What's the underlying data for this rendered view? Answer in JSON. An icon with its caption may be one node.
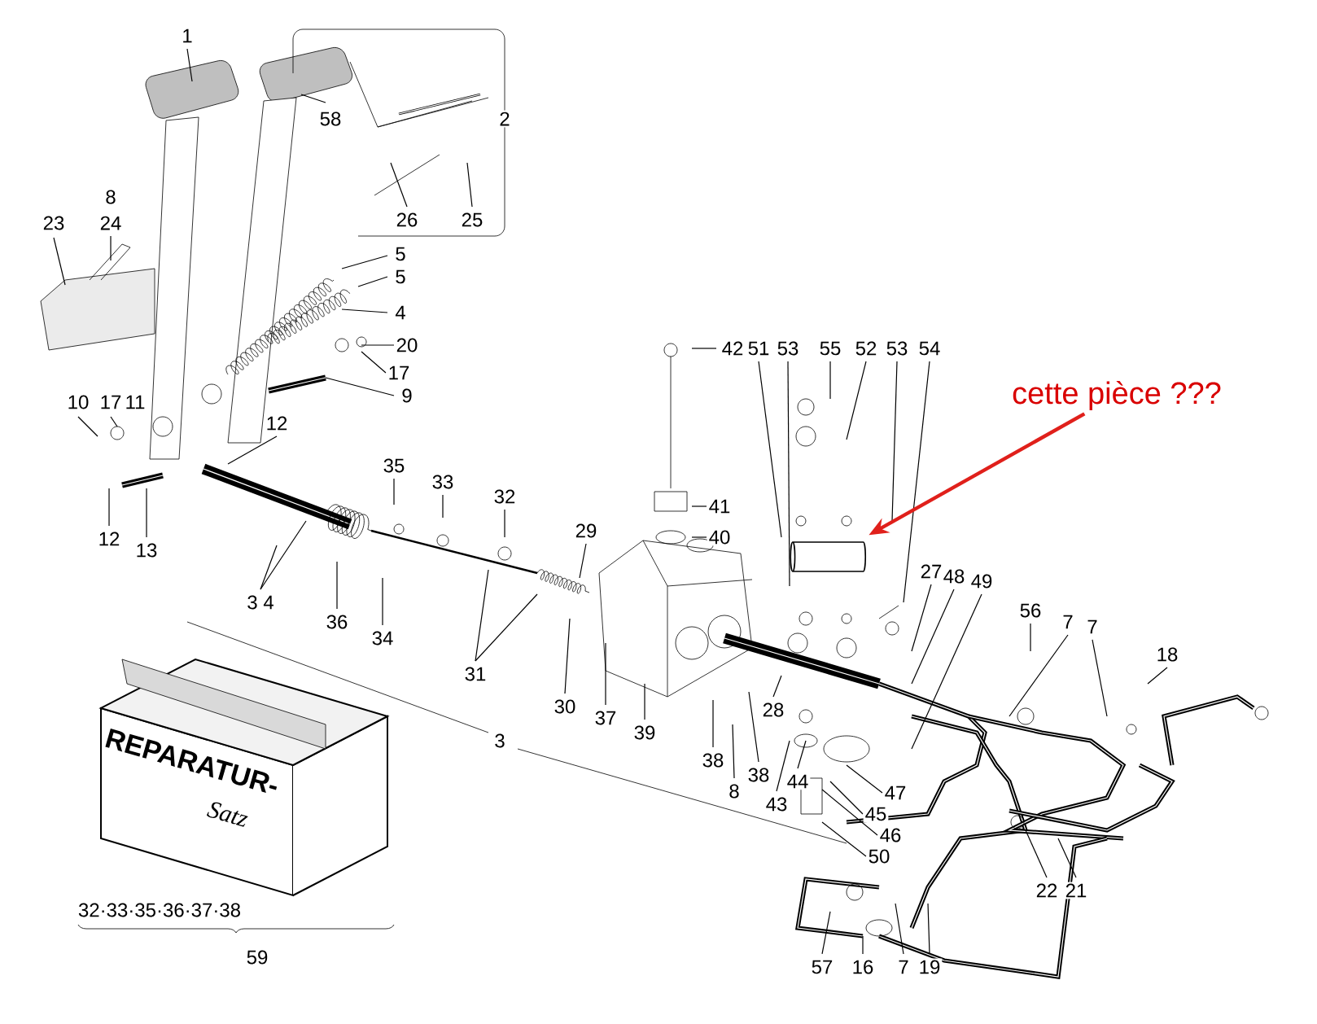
{
  "diagram": {
    "nodes": [
      {
        "text": [
          "cette pièce ???"
        ]
      },
      {
        "text": [],
        "shape": "cylinder"
      },
      {
        "text": [
          "REPARATUR-",
          "Satz"
        ]
      }
    ],
    "edges": [
      {
        "from": 0,
        "to": 1,
        "arrow": "to",
        "color": "#e0201b"
      }
    ],
    "labels": [
      "1",
      "58",
      "2",
      "26",
      "25",
      "8",
      "23",
      "24",
      "5",
      "5",
      "4",
      "20",
      "17",
      "9",
      "10",
      "17",
      "11",
      "12",
      "12",
      "13",
      "35",
      "33",
      "32",
      "29",
      "3 4",
      "36",
      "34",
      "31",
      "30",
      "37",
      "39",
      "42",
      "51",
      "53",
      "55",
      "52",
      "53",
      "54",
      "41",
      "40",
      "27",
      "48",
      "49",
      "56",
      "7",
      "7",
      "18",
      "28",
      "38",
      "43",
      "38",
      "8",
      "44",
      "47",
      "45",
      "46",
      "50",
      "3",
      "22",
      "21",
      "57",
      "16",
      "7",
      "19",
      "32·33·35·36·37·38",
      "59"
    ]
  }
}
